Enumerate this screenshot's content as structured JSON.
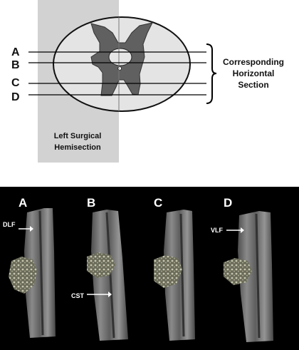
{
  "section_labels": [
    "A",
    "B",
    "C",
    "D"
  ],
  "hemisection_label": [
    "Left Surgical",
    "Hemisection"
  ],
  "corresponding_label": [
    "Corresponding",
    "Horizontal",
    "Section"
  ],
  "panel_labels": [
    "A",
    "B",
    "C",
    "D"
  ],
  "annotations": {
    "dlf": "DLF",
    "cst": "CST",
    "vlf": "VLF"
  },
  "colors": {
    "shade": "#d2d2d2",
    "white_matter": "#e2e2e2",
    "grey_matter": "#606060",
    "panel_bg": "#000000"
  }
}
